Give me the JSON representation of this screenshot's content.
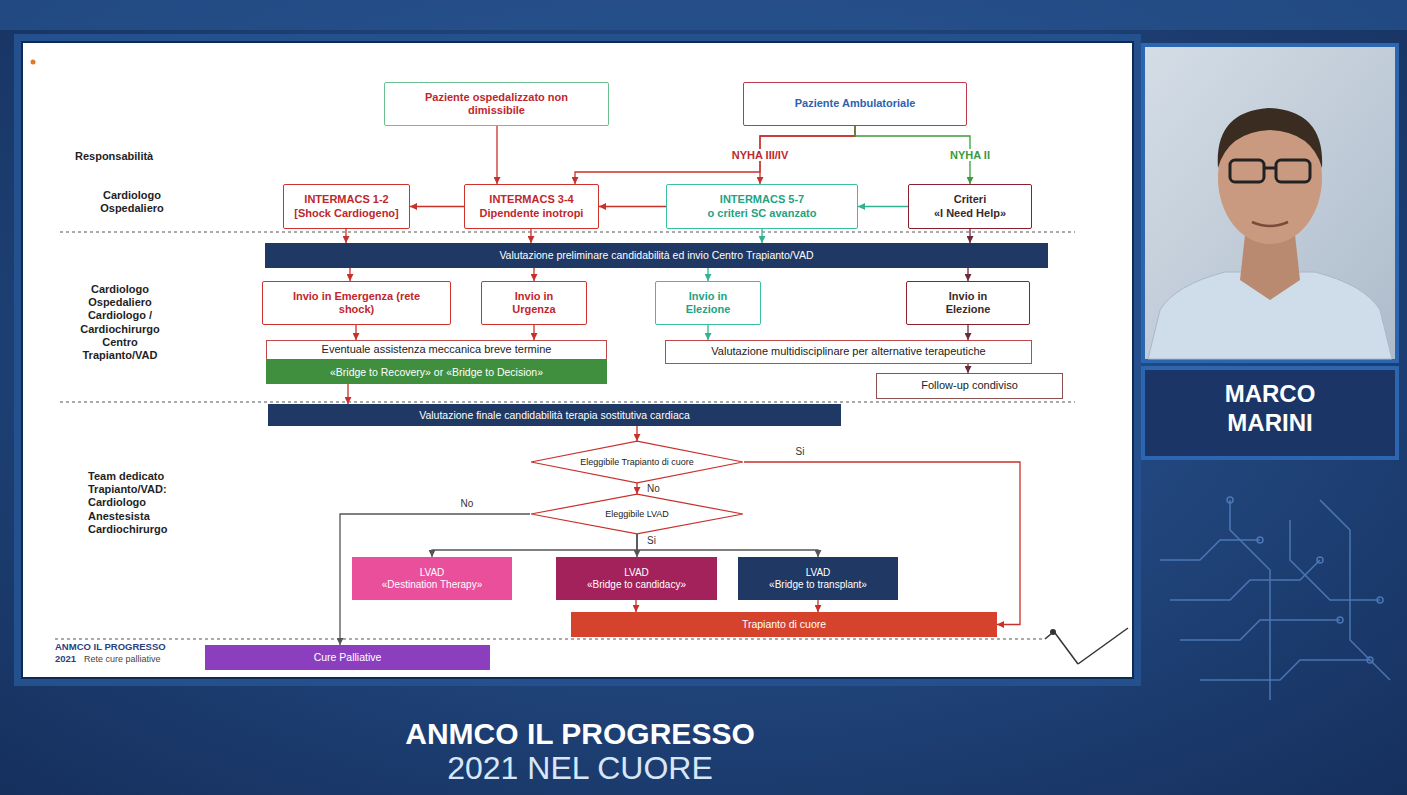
{
  "diagram": {
    "nodes": [
      {
        "text": [
          "Paziente ospedalizzato non dimissibile"
        ]
      },
      {
        "text": [
          "Paziente Ambulatoriale"
        ]
      },
      {
        "text": [
          "INTERMACS 1-2",
          "[Shock Cardiogeno]"
        ]
      },
      {
        "text": [
          "INTERMACS 3-4",
          "Dipendente inotropi"
        ]
      },
      {
        "text": [
          "INTERMACS 5-7",
          "o criteri SC avanzato"
        ]
      },
      {
        "text": [
          "Criteri",
          "«I Need Help»"
        ]
      },
      {
        "text": [
          "Valutazione preliminare candidabilità ed invio Centro Trapianto/VAD"
        ]
      },
      {
        "text": [
          "Invio in Emergenza (rete shock)"
        ]
      },
      {
        "text": [
          "Invio in Urgenza"
        ]
      },
      {
        "text": [
          "Invio in Elezione"
        ]
      },
      {
        "text": [
          "Invio in Elezione"
        ]
      },
      {
        "text": [
          "Eventuale assistenza meccanica breve termine"
        ]
      },
      {
        "text": [
          "«Bridge to Recovery» or «Bridge to Decision»"
        ]
      },
      {
        "text": [
          "Valutazione multidisciplinare per alternative terapeutiche"
        ]
      },
      {
        "text": [
          "Follow-up condiviso"
        ]
      },
      {
        "text": [
          "Valutazione finale candidabilità terapia sostitutiva cardiaca"
        ]
      },
      {
        "text": [
          "Eleggibile Trapianto di cuore"
        ]
      },
      {
        "text": [
          "Eleggibile LVAD"
        ]
      },
      {
        "text": [
          "LVAD",
          "«Destination Therapy»"
        ]
      },
      {
        "text": [
          "LVAD",
          "«Bridge to candidacy»"
        ]
      },
      {
        "text": [
          "LVAD",
          "«Bridge to transplant»"
        ]
      },
      {
        "text": [
          "Trapianto di cuore"
        ]
      },
      {
        "text": [
          "Cure Palliative"
        ]
      }
    ],
    "edges": [
      {
        "from": 0,
        "to": 3,
        "arrow": "to"
      },
      {
        "from": 1,
        "to": 3,
        "arrow": "to"
      },
      {
        "from": 1,
        "to": 4,
        "label": "NYHA III/IV",
        "arrow": "to"
      },
      {
        "from": 1,
        "to": 5,
        "label": "NYHA II",
        "arrow": "to"
      },
      {
        "from": 3,
        "to": 2,
        "arrow": "to"
      },
      {
        "from": 4,
        "to": 3,
        "arrow": "to"
      },
      {
        "from": 5,
        "to": 4,
        "arrow": "to"
      },
      {
        "from": 2,
        "to": 6,
        "arrow": "to"
      },
      {
        "from": 3,
        "to": 6,
        "arrow": "to"
      },
      {
        "from": 4,
        "to": 6,
        "arrow": "to"
      },
      {
        "from": 5,
        "to": 6,
        "arrow": "to"
      },
      {
        "from": 6,
        "to": 7,
        "arrow": "to"
      },
      {
        "from": 6,
        "to": 8,
        "arrow": "to"
      },
      {
        "from": 6,
        "to": 9,
        "arrow": "to"
      },
      {
        "from": 6,
        "to": 10,
        "arrow": "to"
      },
      {
        "from": 7,
        "to": 11,
        "arrow": "to"
      },
      {
        "from": 8,
        "to": 11,
        "arrow": "to"
      },
      {
        "from": 9,
        "to": 13,
        "arrow": "to"
      },
      {
        "from": 10,
        "to": 13,
        "arrow": "to"
      },
      {
        "from": 13,
        "to": 14,
        "arrow": "to"
      },
      {
        "from": 12,
        "to": 15,
        "arrow": "to"
      },
      {
        "from": 15,
        "to": 16,
        "arrow": "to"
      },
      {
        "from": 16,
        "to": 17,
        "label": "No",
        "arrow": "to"
      },
      {
        "from": 16,
        "to": 21,
        "label": "Si",
        "arrow": "to"
      },
      {
        "from": 17,
        "to": 22,
        "label": "No",
        "arrow": "to"
      },
      {
        "from": 17,
        "to": 18,
        "arrow": "to"
      },
      {
        "from": 17,
        "to": 19,
        "label": "Si",
        "arrow": "to"
      },
      {
        "from": 17,
        "to": 20,
        "arrow": "to"
      },
      {
        "from": 19,
        "to": 21,
        "arrow": "to"
      },
      {
        "from": 20,
        "to": 21,
        "arrow": "to"
      }
    ],
    "labels": [
      "Responsabilità",
      "Cardiologo Ospedaliero",
      "Cardiologo Ospedaliero Cardiologo / Cardiochirurgo Centro Trapianto/VAD",
      "Team dedicato Trapianto/VAD: Cardiologo Anestesista Cardiochirurgo",
      "ANMCO IL PROGRESSO",
      "2021",
      "Rete cure palliative",
      "MARCO MARINI",
      "ANMCO IL PROGRESSO",
      "2021 NEL CUORE"
    ]
  }
}
